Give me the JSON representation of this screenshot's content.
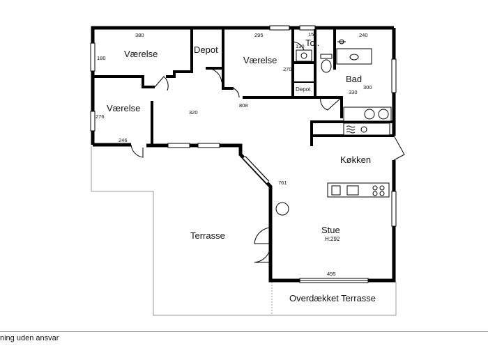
{
  "rooms": {
    "vaerelse_1": "Værelse",
    "depot_1": "Depot",
    "vaerelse_2": "Værelse",
    "toilet": "Toi.",
    "bad": "Bad",
    "depot_2": "Depot",
    "vaerelse_3": "Værelse",
    "kokken": "Køkken",
    "terrasse": "Terrasse",
    "stue": "Stue",
    "stue_height": "H:292",
    "overdaekket_terrasse": "Overdækket Terrasse"
  },
  "dimensions": {
    "d380": "380",
    "d180": "180",
    "d295": "295",
    "d152": "152",
    "d240": "240",
    "d130": "130",
    "d270": "270",
    "d300": "300",
    "d330": "330",
    "d320": "320",
    "d808": "808",
    "d276": "276",
    "d246": "246",
    "d761": "761",
    "d495": "495"
  },
  "footer": {
    "disclaimer": "ning uden ansvar"
  }
}
